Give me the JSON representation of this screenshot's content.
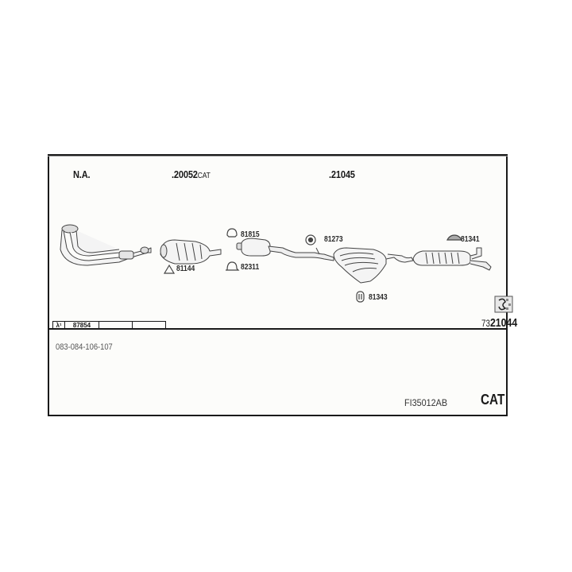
{
  "header": {
    "col1": "N.A.",
    "col2_number": ".20052",
    "col2_suffix": "CAT",
    "col3": ".21045"
  },
  "parts": [
    {
      "id": "81144",
      "type": "gasket-icon"
    },
    {
      "id": "81815",
      "type": "clamp-icon"
    },
    {
      "id": "82311",
      "type": "clamp-icon"
    },
    {
      "id": "81273",
      "type": "rubber-mount-icon"
    },
    {
      "id": "81343",
      "type": "rubber-mount-icon"
    },
    {
      "id": "81341",
      "type": "rubber-strap-icon"
    }
  ],
  "lambda_table": {
    "symbol": "λ¹",
    "value": "87854",
    "empty_cells": 2
  },
  "drawing_number": {
    "prefix": "73",
    "number": "21044"
  },
  "references": "083-084-106-107",
  "footer": {
    "code": "FI35012AB",
    "type": "CAT"
  }
}
